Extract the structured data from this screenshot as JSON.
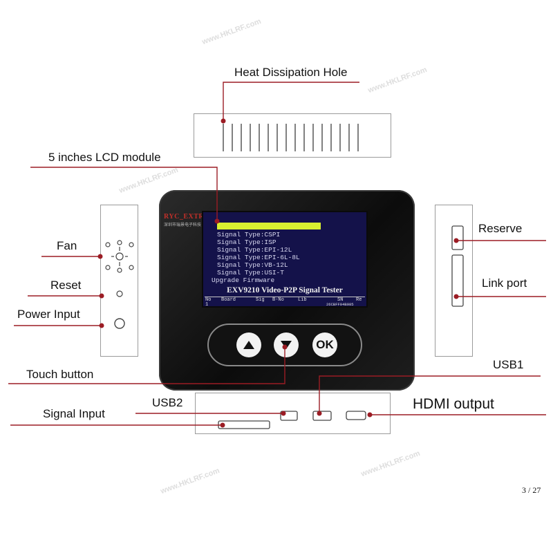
{
  "labels": {
    "heat": "Heat Dissipation Hole",
    "lcd": "5 inches LCD module",
    "fan": "Fan",
    "reset": "Reset",
    "power": "Power Input",
    "reserve": "Reserve",
    "link": "Link port",
    "touch": "Touch button",
    "usb1": "USB1",
    "usb2": "USB2",
    "signal": "Signal Input",
    "hdmi": "HDMI output"
  },
  "device": {
    "brand": "RYC_EXTRON",
    "brand_sub": "深圳市瑞景电子科技",
    "screen_lines": [
      "Signal Type:CSPI",
      "Signal Type:ISP",
      "Signal Type:EPI-12L",
      "Signal Type:EPI-6L-8L",
      "Signal Type:VB-12L",
      "Signal Type:USI-T",
      "Upgrade Firmware"
    ],
    "screen_title": "EXV9210 Video-P2P Signal Tester",
    "table_headers": [
      "No",
      "Board",
      "Sig",
      "B-No",
      "Lib",
      "SN",
      "Re"
    ],
    "table_row_no": "1",
    "table_row_sn": "26CBFF04B985",
    "buttons": {
      "ok": "OK"
    }
  },
  "watermark": "www.HKLRF.com",
  "page_number": "3 / 27",
  "colors": {
    "leader_line": "#9b1c24",
    "lcd_bg": "#14124a",
    "highlight": "#d8f030"
  }
}
